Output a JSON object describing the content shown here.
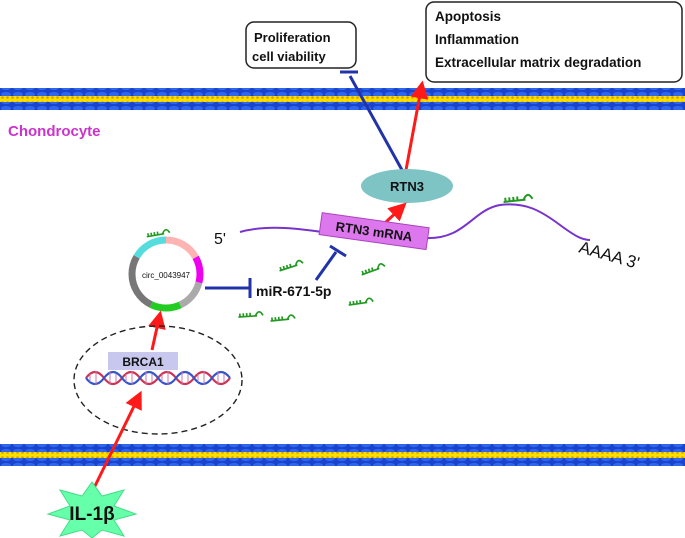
{
  "labels": {
    "cell": "Chondrocyte",
    "prolif_line1": "Proliferation",
    "prolif_line2": "cell viability",
    "outcome_line1": "Apoptosis",
    "outcome_line2": "Inflammation",
    "outcome_line3": "Extracellular matrix degradation",
    "rtn3": "RTN3",
    "mrna": "RTN3 mRNA",
    "five_prime": "5'",
    "three_prime": "AAAA 3'",
    "circ": "circ_0043947",
    "mirna": "miR-671-5p",
    "brca1": "BRCA1",
    "il1b": "IL-1β"
  },
  "colors": {
    "activation_arrow": "#ff1a1a",
    "inhibition_arrow": "#2233aa",
    "membrane_blue": "#1a44cc",
    "membrane_yellow": "#f5e000",
    "cell_label": "#cc33cc",
    "rtn3_fill": "#7ec4c4",
    "mrna_box": "#dd77ee",
    "mrna_strand": "#7733cc",
    "mirna_green": "#229922",
    "brca1_box": "#c8c8ee",
    "il1b_fill": "#66ffaa",
    "circ_segments": [
      "#ffb3b3",
      "#ee00ee",
      "#aaaaaa",
      "#22cc22",
      "#888888",
      "#777777",
      "#55dddd"
    ]
  },
  "icons": {
    "mirna": "mirna-hairpin-icon",
    "dna": "dna-helix-icon",
    "circ": "circular-rna-icon",
    "il1b": "starburst-icon"
  }
}
